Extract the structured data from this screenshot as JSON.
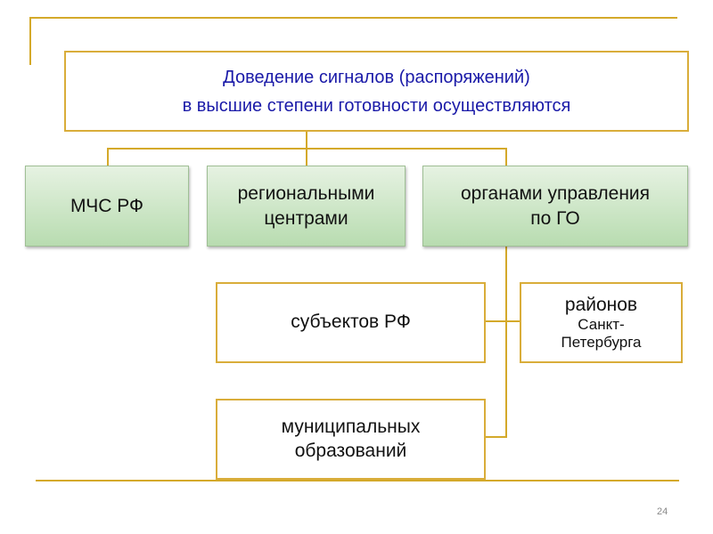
{
  "title": {
    "line1": "Доведение сигналов (распоряжений)",
    "line2": "в высшие степени готовности осуществляются"
  },
  "level1": [
    {
      "lines": [
        "МЧС РФ"
      ]
    },
    {
      "lines": [
        "региональными",
        "центрами"
      ]
    },
    {
      "lines": [
        "органами управления",
        "по ГО"
      ]
    }
  ],
  "level2": {
    "subjects": "субъектов РФ",
    "districts": {
      "line1": "районов",
      "line2": "Санкт-",
      "line3": "Петербурга"
    },
    "municipal": {
      "line1": "муниципальных",
      "line2": "образований"
    }
  },
  "page_number": "24",
  "colors": {
    "line": "#d4a92a",
    "title_text": "#1a1aa8",
    "green": "#b8dcb0"
  }
}
